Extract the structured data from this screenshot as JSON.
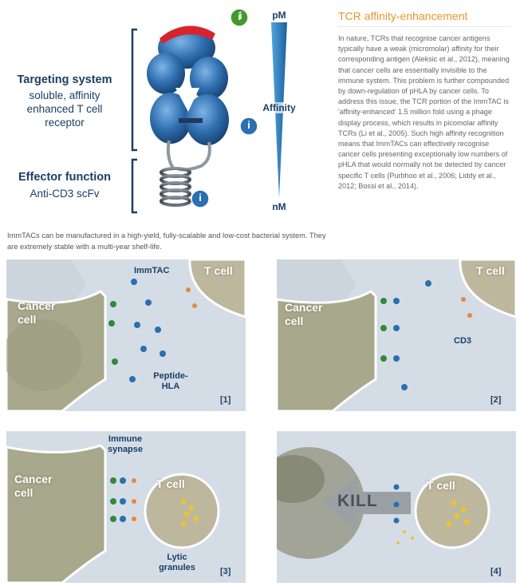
{
  "diagram": {
    "targeting_title": "Targeting system",
    "targeting_lines": [
      "soluble, affinity",
      "enhanced T cell",
      "receptor"
    ],
    "effector_title": "Effector function",
    "effector_sub": "Anti-CD3 scFv",
    "scale_top": "pM",
    "scale_mid": "Affinity",
    "scale_bottom": "nM",
    "info_glyph": "i",
    "colors": {
      "receptor": "#2f6fb0",
      "cap": "#d8232a",
      "info_green": "#3f9a2c",
      "info_blue": "#2a6fb0",
      "label": "#1b3f66"
    }
  },
  "side": {
    "title": "TCR affinity-enhancement",
    "body": "In nature, TCRs that recognise cancer antigens typically have a weak (micromolar) affinity for their corresponding antigen (Aleksic et al., 2012), meaning that cancer cells are essentially invisible to the immune system. This problem is further compounded by down-regulation of pHLA by cancer cells. To address this issue, the TCR portion of the ImmTAC is 'affinity-enhanced' 1.5 million fold using a phage display process, which results in picomolar affinity TCRs (Li et al., 2005). Such high affinity recognition means that ImmTACs can effectively recognise cancer cells presenting exceptionally low numbers of pHLA that would normally not be detected by cancer specific T cells (Purbhoo et al., 2006; Liddy et al., 2012; Bossi et al., 2014)."
  },
  "caption": "ImmTACs can be manufactured in a high-yield, fully-scalable and low-cost bacterial system. They are extremely stable with a multi-year shelf-life.",
  "panels": [
    {
      "number": "[1]",
      "cancer_line1": "Cancer",
      "cancer_line2": "cell",
      "tcell": "T cell",
      "label_immtac": "ImmTAC",
      "label_peptide_1": "Peptide-",
      "label_peptide_2": "HLA"
    },
    {
      "number": "[2]",
      "cancer_line1": "Cancer",
      "cancer_line2": "cell",
      "tcell": "T cell",
      "label_cd3": "CD3"
    },
    {
      "number": "[3]",
      "cancer_line1": "Cancer",
      "cancer_line2": "cell",
      "tcell": "T cell",
      "label_synapse_1": "Immune",
      "label_synapse_2": "synapse",
      "label_lytic_1": "Lytic",
      "label_lytic_2": "granules"
    },
    {
      "number": "[4]",
      "tcell": "T cell",
      "kill": "KILL"
    }
  ]
}
